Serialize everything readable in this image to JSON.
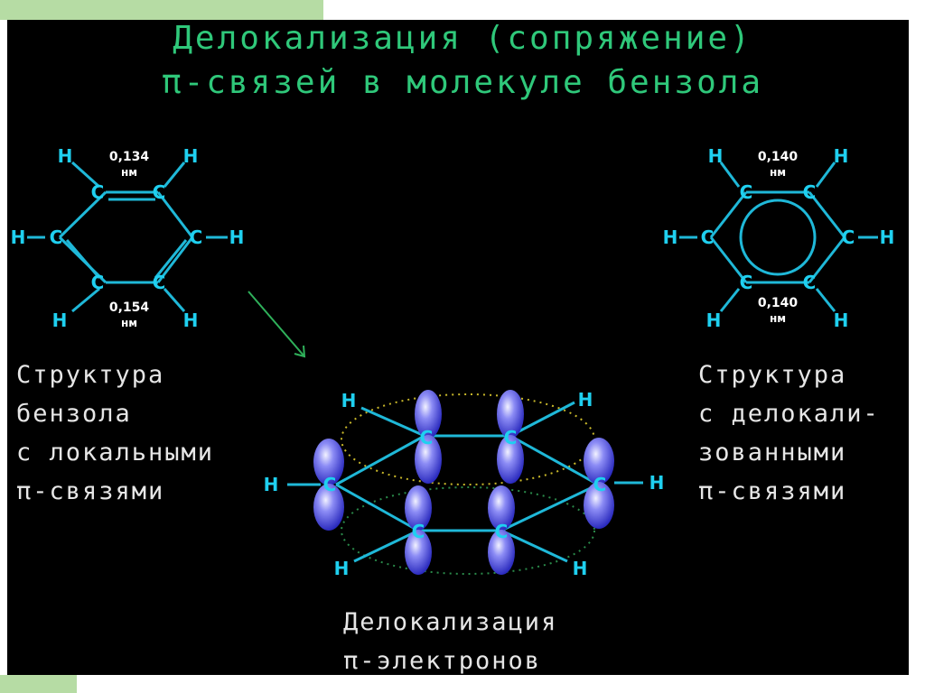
{
  "title": {
    "line1": "Делокализация (сопряжение)",
    "line2": "π-связей в молекуле бензола"
  },
  "left_structure": {
    "caption": [
      "Структура",
      "бензола",
      "с локальными",
      "π-связями"
    ],
    "bond_top": "0,134",
    "bond_bottom": "0,154",
    "unit": "нм"
  },
  "right_structure": {
    "caption": [
      "Структура",
      "с делокали-",
      "зованными",
      "π-связями"
    ],
    "bond_top": "0,140",
    "bond_bottom": "0,140",
    "unit": "нм"
  },
  "center_structure": {
    "caption": [
      "Делокализация",
      "π-электронов"
    ]
  },
  "atoms": {
    "carbon": "C",
    "hydrogen": "H"
  },
  "colors": {
    "bond": "#1fb8d8",
    "atom_label": "#1fd0f0",
    "title": "#2fc87a",
    "orbital": "#3a3ae0",
    "electron_cloud": "#c9b82a",
    "background": "#000000"
  }
}
